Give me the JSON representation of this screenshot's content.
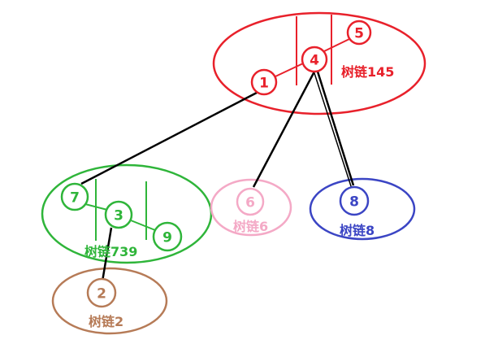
{
  "colors": {
    "red": "#e8212b",
    "green": "#2fb53a",
    "pink": "#f4a9c6",
    "blue": "#3b45c4",
    "brown": "#b67b57",
    "edge": "#000000"
  },
  "chains": {
    "c145": {
      "label": "树链145"
    },
    "c739": {
      "label": "树链739"
    },
    "c6": {
      "label": "树链6"
    },
    "c8": {
      "label": "树链8"
    },
    "c2": {
      "label": "树链2"
    }
  },
  "nodes": {
    "n1": {
      "label": "1"
    },
    "n4": {
      "label": "4"
    },
    "n5": {
      "label": "5"
    },
    "n7": {
      "label": "7"
    },
    "n3": {
      "label": "3"
    },
    "n9": {
      "label": "9"
    },
    "n6": {
      "label": "6"
    },
    "n8": {
      "label": "8"
    },
    "n2": {
      "label": "2"
    }
  }
}
